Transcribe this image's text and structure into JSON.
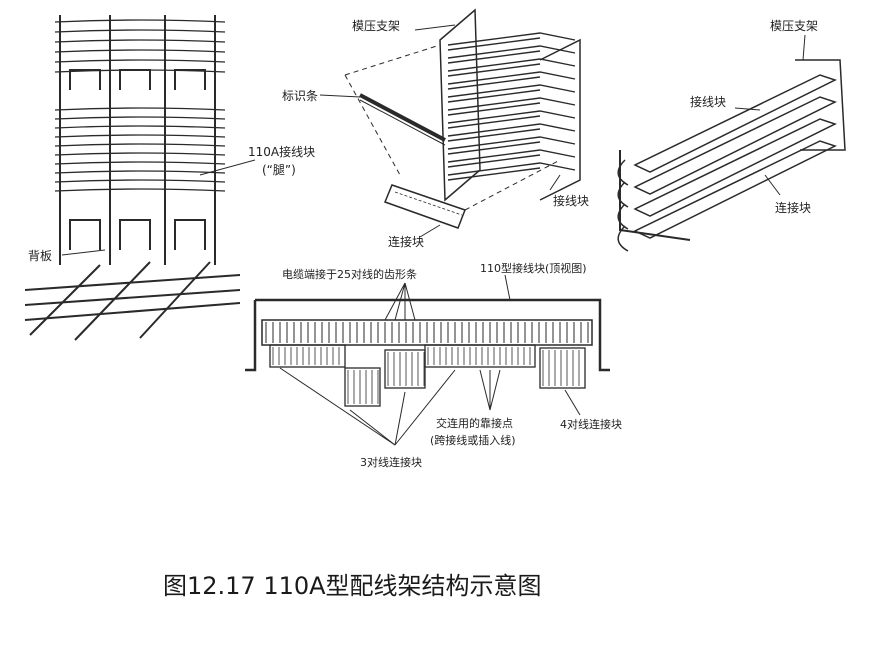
{
  "labels": {
    "mold_bracket_1": "模压支架",
    "mold_bracket_2": "模压支架",
    "id_strip": "标识条",
    "block_110a": "110A接线块",
    "block_110a_note": "(“腿”)",
    "backboard": "背板",
    "connect_block_1": "连接块",
    "wiring_block_1": "接线块",
    "wiring_block_2": "接线块",
    "connect_block_2": "连接块",
    "cable_comb": "电缆端接于25对线的齿形条",
    "top_view": "110型接线块(顶视图)",
    "cross_connect": "交连用的靠接点",
    "cross_connect_note": "(跨接线或插入线)",
    "four_pair": "4对线连接块",
    "three_pair": "3对线连接块"
  },
  "caption": "图12.17  110A型配线架结构示意图",
  "colors": {
    "ink": "#2a2a2a",
    "paper": "#ffffff",
    "shade": "#555555"
  }
}
